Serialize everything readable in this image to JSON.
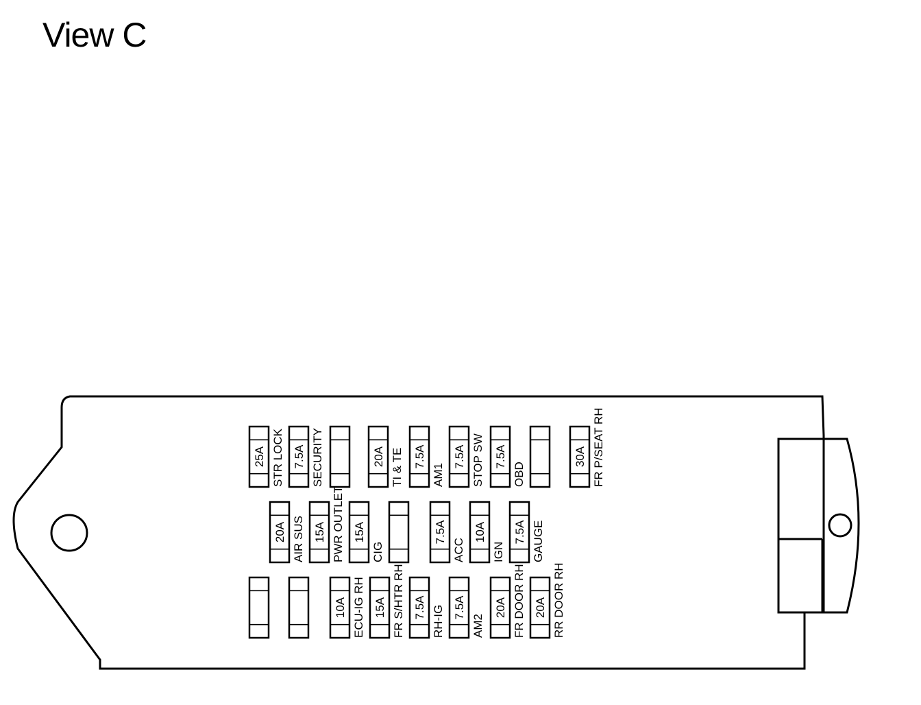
{
  "title": "View C",
  "fuses": [
    {
      "id": "f1",
      "rating": "25A",
      "label": "STR LOCK"
    },
    {
      "id": "f2",
      "rating": "7.5A",
      "label": "SECURITY"
    },
    {
      "id": "f3",
      "rating": "",
      "label": ""
    },
    {
      "id": "f4",
      "rating": "20A",
      "label": "TI & TE"
    },
    {
      "id": "f5",
      "rating": "7.5A",
      "label": "AM1"
    },
    {
      "id": "f6",
      "rating": "7.5A",
      "label": "STOP SW"
    },
    {
      "id": "f7",
      "rating": "7.5A",
      "label": "OBD"
    },
    {
      "id": "f8",
      "rating": "",
      "label": ""
    },
    {
      "id": "f9",
      "rating": "30A",
      "label": "FR P/SEAT RH"
    },
    {
      "id": "f10",
      "rating": "20A",
      "label": "AIR SUS"
    },
    {
      "id": "f11",
      "rating": "15A",
      "label": "PWR OUTLET"
    },
    {
      "id": "f12",
      "rating": "15A",
      "label": "CIG"
    },
    {
      "id": "f13",
      "rating": "",
      "label": ""
    },
    {
      "id": "f14",
      "rating": "7.5A",
      "label": "ACC"
    },
    {
      "id": "f15",
      "rating": "10A",
      "label": "IGN"
    },
    {
      "id": "f16",
      "rating": "7.5A",
      "label": "GAUGE"
    },
    {
      "id": "f17",
      "rating": "",
      "label": ""
    },
    {
      "id": "f18",
      "rating": "",
      "label": ""
    },
    {
      "id": "f19",
      "rating": "10A",
      "label": "ECU-IG RH"
    },
    {
      "id": "f20",
      "rating": "15A",
      "label": "FR S/HTR RH"
    },
    {
      "id": "f21",
      "rating": "7.5A",
      "label": "RH-IG"
    },
    {
      "id": "f22",
      "rating": "7.5A",
      "label": "AM2"
    },
    {
      "id": "f23",
      "rating": "20A",
      "label": "FR DOOR RH"
    },
    {
      "id": "f24",
      "rating": "20A",
      "label": "RR DOOR RH"
    }
  ]
}
